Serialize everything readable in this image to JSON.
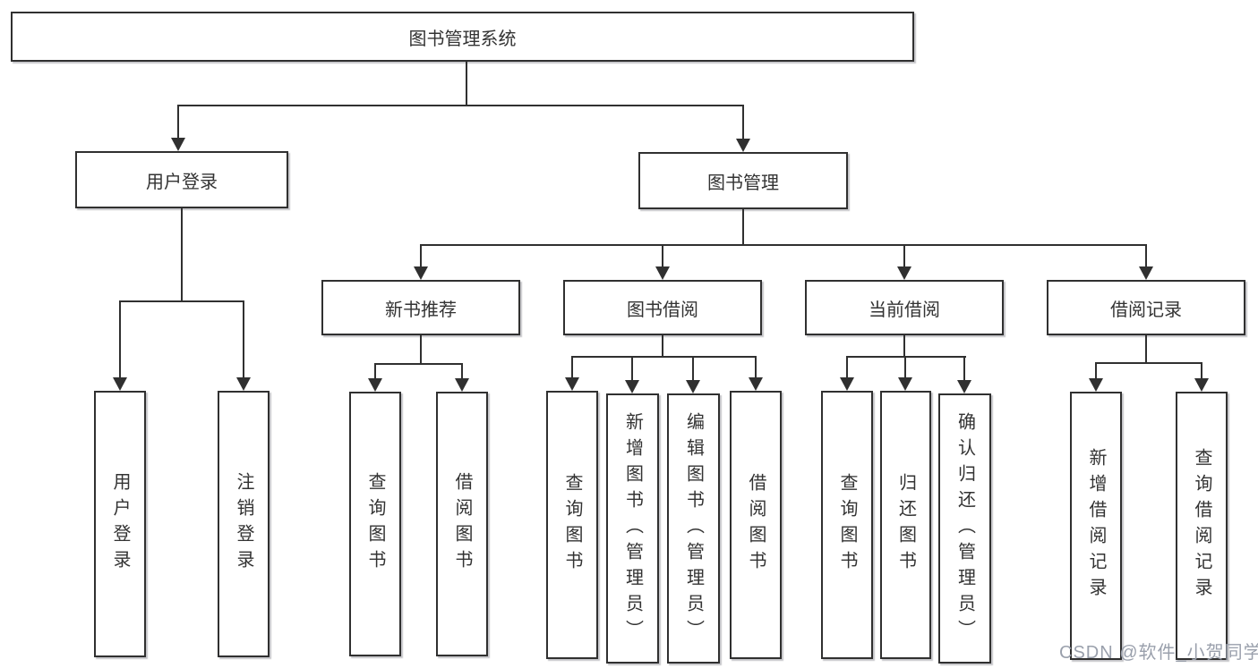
{
  "colors": {
    "line": "#303030",
    "text": "#333333",
    "watermark": "#9aa0ac"
  },
  "watermark": "CSDN @软件_小贺同学",
  "tree": {
    "root": "图书管理系统",
    "branches": [
      {
        "label": "用户登录",
        "leaves": [
          "用户登录",
          "注销登录"
        ]
      },
      {
        "label": "图书管理",
        "sections": [
          {
            "label": "新书推荐",
            "leaves": [
              "查询图书",
              "借阅图书"
            ]
          },
          {
            "label": "图书借阅",
            "leaves": [
              "查询图书",
              "新增图书（管理员）",
              "编辑图书（管理员）",
              "借阅图书"
            ]
          },
          {
            "label": "当前借阅",
            "leaves": [
              "查询图书",
              "归还图书",
              "确认归还（管理员）"
            ]
          },
          {
            "label": "借阅记录",
            "leaves": [
              "新增借阅记录",
              "查询借阅记录"
            ]
          }
        ]
      }
    ]
  }
}
